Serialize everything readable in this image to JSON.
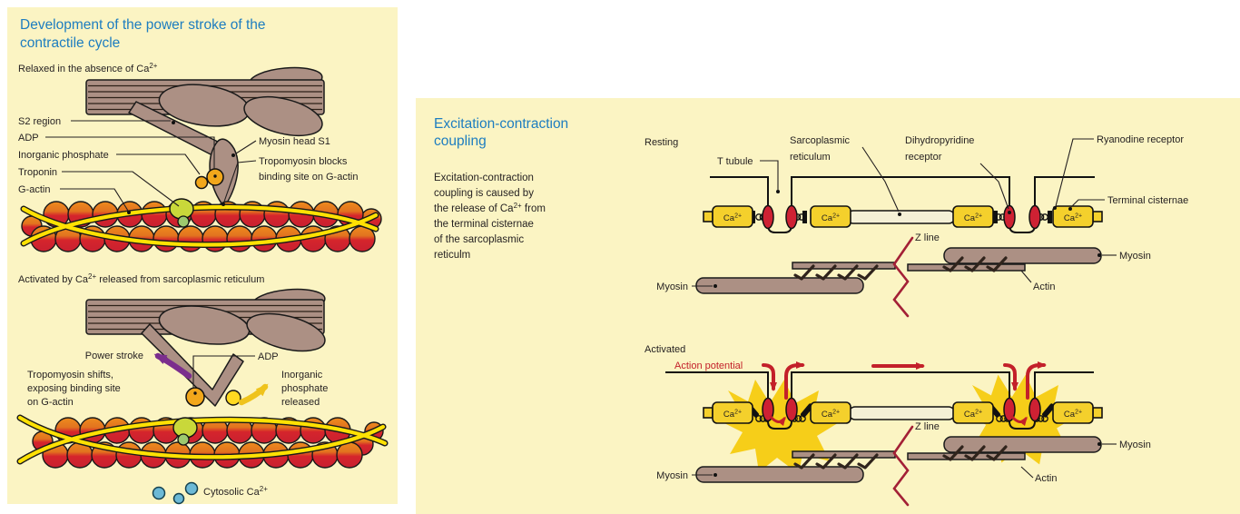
{
  "colors": {
    "panel_bg": "#FBF4C3",
    "title_blue": "#1D7DC0",
    "text": "#231F20",
    "action_potential_red": "#C3202A",
    "myosin_tan": "#AC9084",
    "actin_red": "#D5252C",
    "actin_orange": "#E8821E",
    "tropomyosin_yellow": "#FFE103",
    "troponin_green": "#C9D83A",
    "adp_orange": "#F2A71B",
    "phosphate_yellow": "#FFD921",
    "power_stroke_purple": "#7B2E8D",
    "cytosolic_ca_blue": "#6CB9D6",
    "ca_box_yellow": "#F4D02C",
    "receptor_red": "#CE2133",
    "z_line_red": "#A32036",
    "splash_yellow": "#F6CB10"
  },
  "left_panel": {
    "title": [
      "Development of the power stroke of the",
      "contractile cycle"
    ],
    "relaxed_caption": [
      "Relaxed in the absence of Ca",
      "2+"
    ],
    "activated_caption": [
      "Activated by Ca",
      "2+",
      " released from sarcoplasmic reticulum"
    ],
    "labels": {
      "s2_region": "S2 region",
      "adp": "ADP",
      "inorganic_phosphate": "Inorganic phosphate",
      "troponin": "Troponin",
      "g_actin": "G-actin",
      "myosin_head": "Myosin head S1",
      "tropomyosin_blocks": [
        "Tropomyosin blocks",
        "binding site on G-actin"
      ],
      "power_stroke": "Power stroke",
      "adp2": "ADP",
      "tropomyosin_shifts": [
        "Tropomyosin shifts,",
        "exposing binding site",
        "on G-actin"
      ],
      "pi_released": [
        "Inorganic",
        "phosphate",
        "released"
      ],
      "cytosolic_ca": [
        "Cytosolic Ca",
        "2+"
      ]
    }
  },
  "right_panel": {
    "title": [
      "Excitation-contraction",
      "coupling"
    ],
    "paragraph": {
      "l1": "Excitation-contraction",
      "l2": "coupling is caused by",
      "l3a": "the release of Ca",
      "l3sup": "2+",
      "l3b": " from",
      "l4": "the terminal cisternae",
      "l5": "of the sarcoplasmic",
      "l6": "reticulm"
    },
    "ca": {
      "base": "Ca",
      "sup": "2+"
    },
    "resting": {
      "label": "Resting",
      "t_tubule": "T tubule",
      "sarcoplasmic_reticulum": [
        "Sarcoplasmic",
        "reticulum"
      ],
      "dihydropyridine_receptor": [
        "Dihydropyridine",
        "receptor"
      ],
      "ryanodine_receptor": "Ryanodine receptor",
      "terminal_cisternae": "Terminal cisternae",
      "z_line": "Z line",
      "myosin_left": "Myosin",
      "myosin_right": "Myosin",
      "actin": "Actin"
    },
    "activated": {
      "label": "Activated",
      "action_potential": "Action potential",
      "z_line": "Z line",
      "myosin_left": "Myosin",
      "myosin_right": "Myosin",
      "actin": "Actin"
    }
  }
}
